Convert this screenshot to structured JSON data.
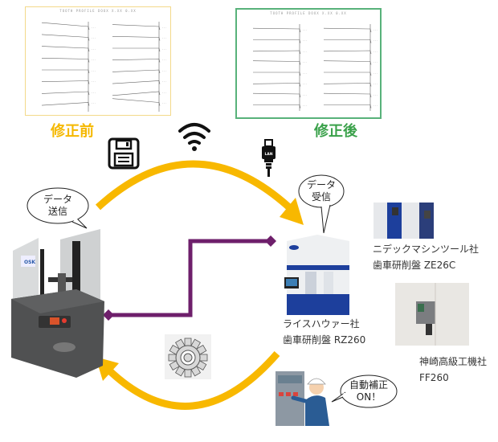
{
  "charts": {
    "before": {
      "header": "TOOTH PROFILE   DOOX  X.XX   0.XX ",
      "caption": "修正前",
      "border_color": "#f3d98a",
      "caption_color": "#f5b800"
    },
    "after": {
      "header": "TOOTH PROFILE   DOOX  X.XX   0.XX ",
      "caption": "修正後",
      "border_color": "#58b27a",
      "caption_color": "#3aa14a"
    }
  },
  "icons": {
    "save": "floppy-disk",
    "wifi": "wifi",
    "lan": "lan-cable",
    "lan_label": "LAN",
    "gear": "gear"
  },
  "bubbles": {
    "send": {
      "line1": "データ",
      "line2": "送信"
    },
    "receive": {
      "line1": "データ",
      "line2": "受信"
    },
    "auto": {
      "line1": "自動補正",
      "line2": "ON！"
    }
  },
  "machines": {
    "measuring": {
      "brand": "OSK"
    },
    "reishauer": {
      "line1": "ライスハウァー社",
      "line2": "歯車研削盤 RZ260"
    },
    "nidec": {
      "line1": "ニデックマシンツール社",
      "line2": "歯車研削盤 ZE26C"
    },
    "kanzaki": {
      "line1": "神崎高級工機社",
      "line2": "FF260"
    }
  },
  "colors": {
    "arrow_yellow": "#f8b800",
    "line_purple": "#6e1f6b",
    "machine_blue": "#1d3f9c",
    "machine_dark": "#4a4a4a"
  }
}
